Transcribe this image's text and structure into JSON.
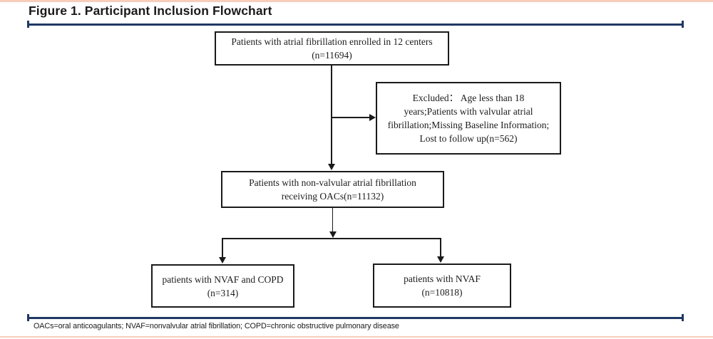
{
  "figure": {
    "title": "Figure 1. Participant Inclusion Flowchart",
    "footnote": "OACs=oral anticoagulants; NVAF=nonvalvular atrial fibrillation; COPD=chronic obstructive pulmonary disease"
  },
  "colors": {
    "rule_navy": "#1f3864",
    "accent_band_pink": "#f8cdbb",
    "box_border": "#1a1a1a",
    "text": "#1c1c1c"
  },
  "flowchart": {
    "nodes": {
      "enrolled": {
        "n": 11694,
        "lines": [
          "Patients with atrial fibrillation enrolled in 12 centers",
          "(n=11694)"
        ]
      },
      "excluded": {
        "n": 562,
        "lines": [
          "Excluded： Age less than 18",
          "years;Patients with valvular atrial",
          "fibrillation;Missing Baseline Information;",
          "Lost to follow up(n=562)"
        ]
      },
      "nvaf_oacs": {
        "n": 11132,
        "lines": [
          "Patients with non-valvular atrial fibrillation",
          "receiving OACs(n=11132)"
        ]
      },
      "nvaf_copd": {
        "n": 314,
        "lines": [
          "patients with NVAF and COPD",
          "(n=314)"
        ]
      },
      "nvaf_only": {
        "n": 10818,
        "lines": [
          "patients with NVAF",
          "(n=10818)"
        ]
      }
    }
  }
}
